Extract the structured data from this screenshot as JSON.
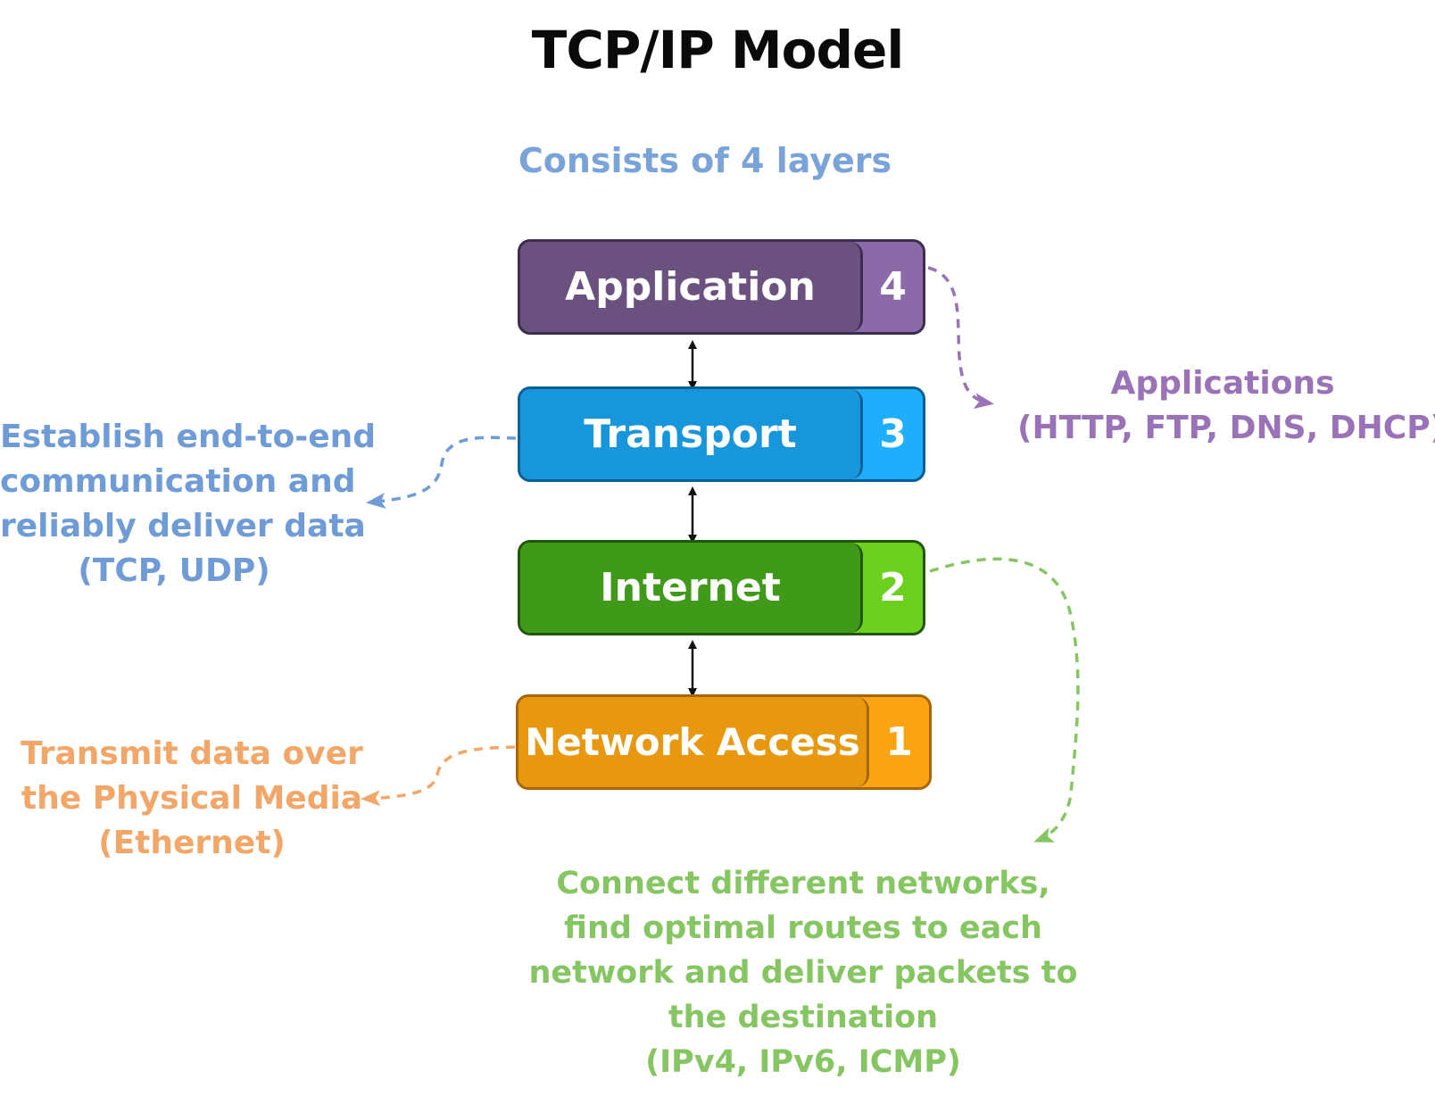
{
  "title": "TCP/IP Model",
  "subtitle": "Consists of 4 layers",
  "layers": [
    {
      "name": "Application",
      "number": "4",
      "main_color": "#6b5180",
      "num_color": "#8b6aa8",
      "border_color": "#3e2b50"
    },
    {
      "name": "Transport",
      "number": "3",
      "main_color": "#1796dc",
      "num_color": "#1eaefb",
      "border_color": "#0c5f95"
    },
    {
      "name": "Internet",
      "number": "2",
      "main_color": "#3f9a19",
      "num_color": "#6cd01f",
      "border_color": "#22560c"
    },
    {
      "name": "Network Access",
      "number": "1",
      "main_color": "#e8980f",
      "num_color": "#fba413",
      "border_color": "#a8650a"
    }
  ],
  "descriptions": {
    "application": {
      "color": "#9a72b8",
      "lines": [
        "Applications",
        "(HTTP, FTP, DNS, DHCP)"
      ]
    },
    "transport": {
      "color": "#6f9bd6",
      "lines": [
        "Establish end-to-end",
        "communication and",
        "reliably deliver data",
        "(TCP, UDP)"
      ]
    },
    "internet": {
      "color": "#86c662",
      "lines": [
        "Connect different networks,",
        "find optimal routes to each",
        "network and deliver packets to",
        "the destination",
        "(IPv4, IPv6, ICMP)"
      ]
    },
    "network_access": {
      "color": "#f2a768",
      "lines": [
        "Transmit data over",
        "the Physical Media",
        "(Ethernet)"
      ]
    }
  }
}
